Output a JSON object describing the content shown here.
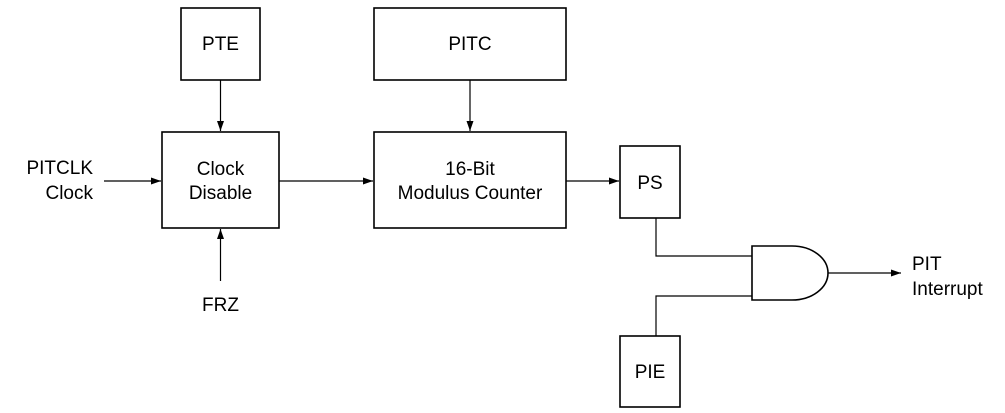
{
  "blocks": {
    "pte": {
      "label": "PTE"
    },
    "pitc": {
      "label": "PITC"
    },
    "clock_disable": {
      "line1": "Clock",
      "line2": "Disable"
    },
    "modulus_counter": {
      "line1": "16-Bit",
      "line2": "Modulus Counter"
    },
    "ps": {
      "label": "PS"
    },
    "pie": {
      "label": "PIE"
    }
  },
  "signals": {
    "pitclk": {
      "line1": "PITCLK",
      "line2": "Clock"
    },
    "frz": {
      "label": "FRZ"
    },
    "pit_interrupt": {
      "line1": "PIT",
      "line2": "Interrupt"
    }
  },
  "gates": {
    "and_gate": {
      "type": "AND",
      "inputs": [
        "PS",
        "PIE"
      ],
      "output": "PIT Interrupt"
    }
  }
}
